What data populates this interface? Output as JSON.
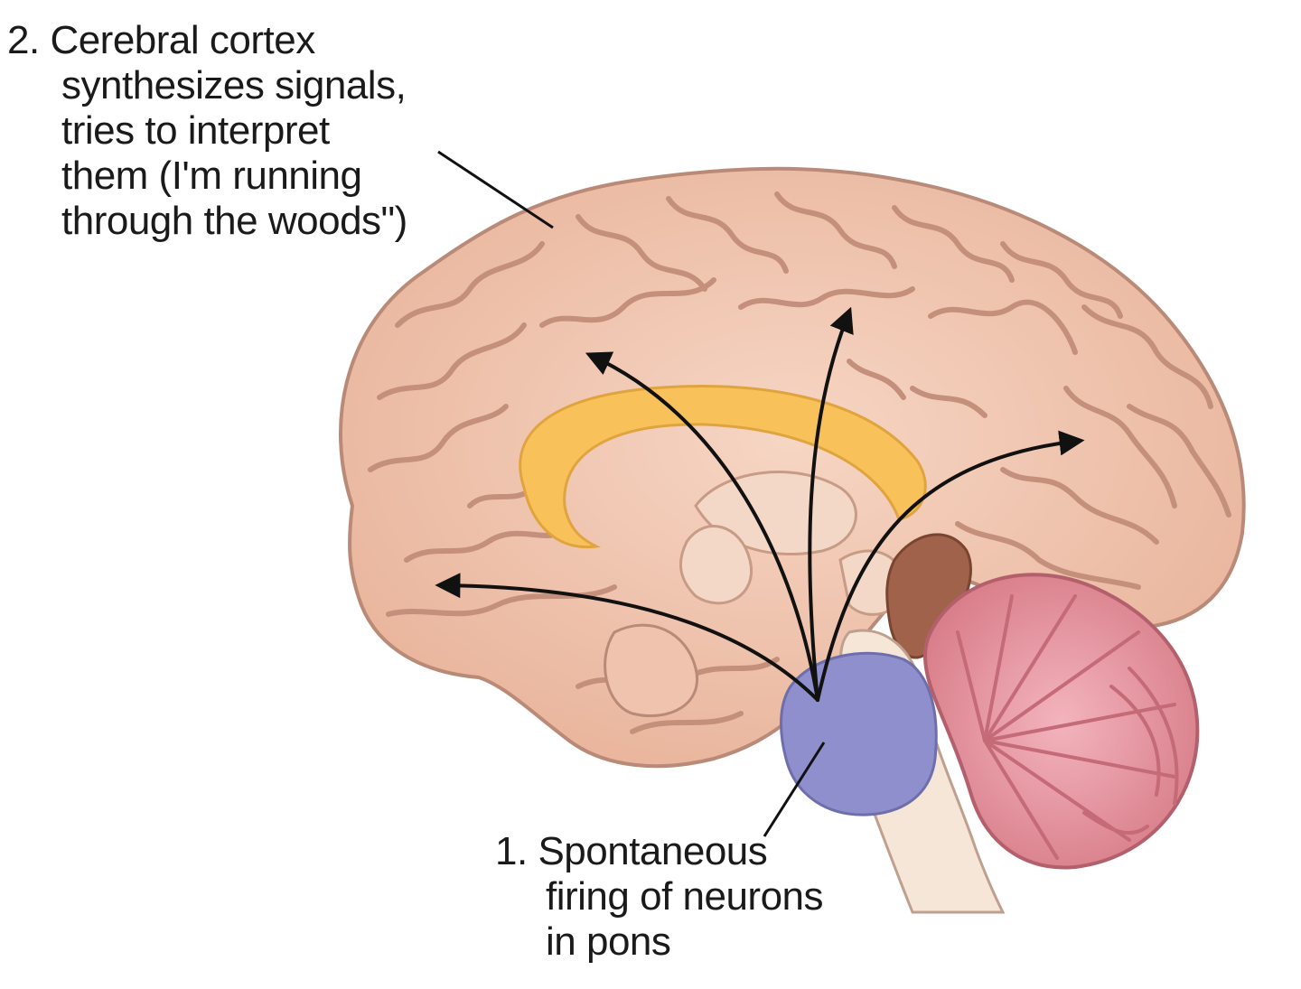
{
  "labels": {
    "cortex": {
      "number": "2.",
      "lines": [
        "Cerebral cortex",
        "synthesizes signals,",
        "tries to interpret",
        "them (I'm running",
        "through the woods\")"
      ]
    },
    "pons": {
      "number": "1.",
      "lines": [
        "Spontaneous",
        "firing of neurons",
        "in pons"
      ]
    }
  },
  "colors": {
    "cortex_fill": "#f2c9b3",
    "cortex_outline": "#b98a78",
    "sulci": "#c4907c",
    "corpus_callosum": "#f8c15a",
    "pons": "#8e8fcc",
    "brainstem": "#f5e6d8",
    "cerebellum": "#e8909c",
    "midbrain": "#a0624a",
    "arrow": "#111111"
  }
}
